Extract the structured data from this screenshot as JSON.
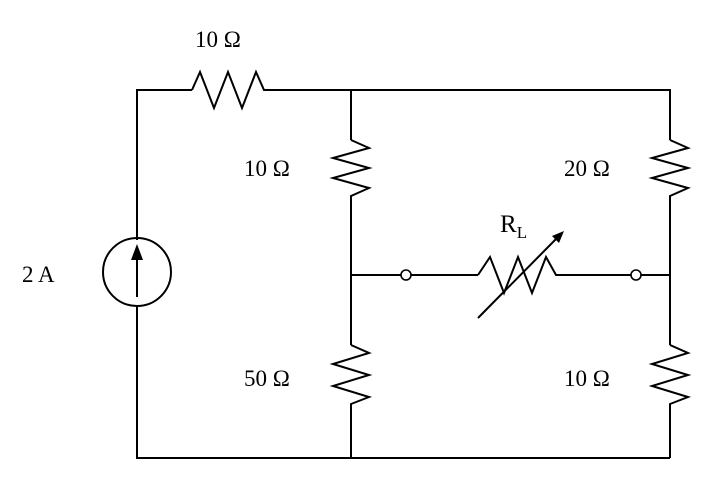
{
  "diagram": {
    "source": {
      "label": "2 A"
    },
    "resistors": {
      "top": {
        "label": "10 Ω"
      },
      "middle_upper": {
        "label": "10 Ω"
      },
      "middle_lower": {
        "label": "50 Ω"
      },
      "right_upper": {
        "label": "20 Ω"
      },
      "right_lower": {
        "label": "10 Ω"
      }
    },
    "load": {
      "symbol": "R",
      "subscript": "L"
    },
    "colors": {
      "line": "#000000",
      "background": "#ffffff"
    }
  }
}
